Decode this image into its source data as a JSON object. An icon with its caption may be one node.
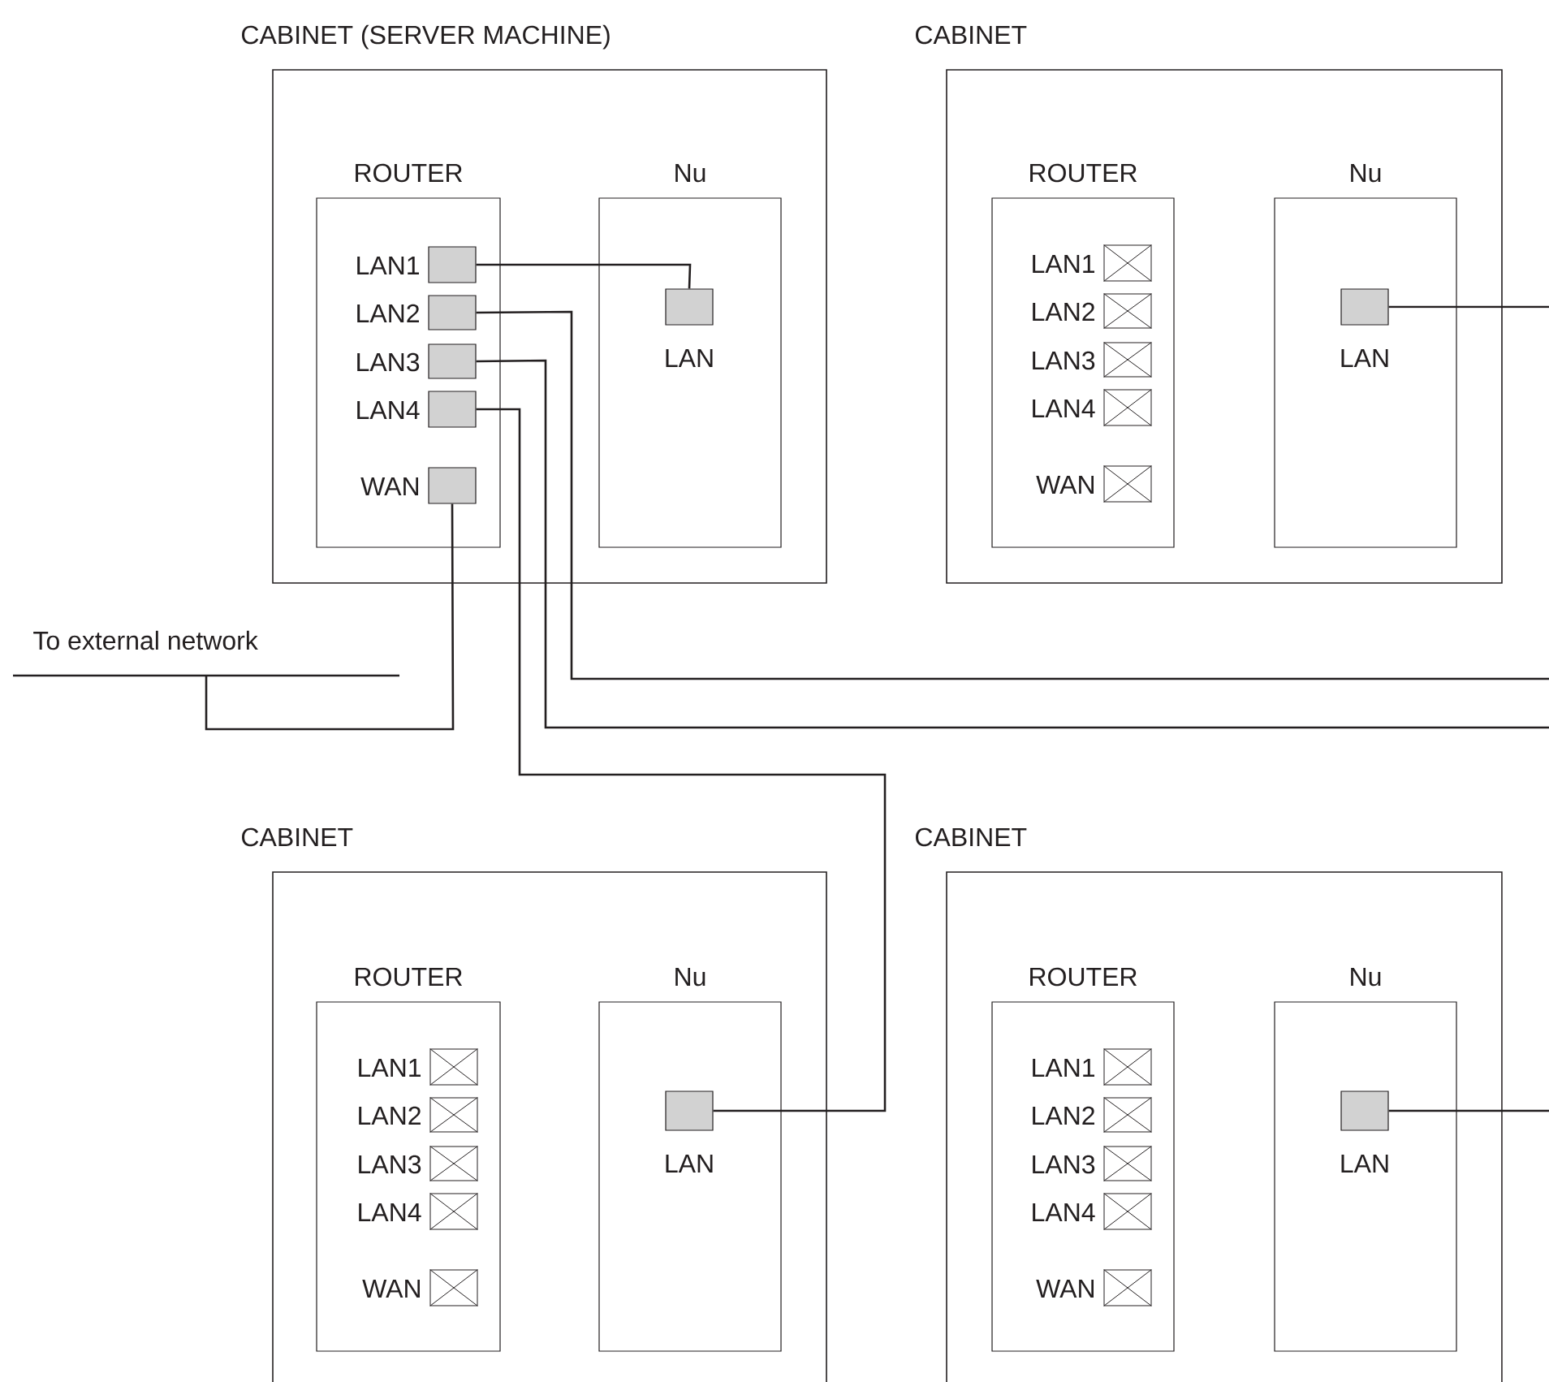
{
  "diagram": {
    "nodes": [
      {
        "text": [
          "CABINET (SERVER MACHINE)"
        ]
      },
      {
        "text": [
          "ROUTER"
        ],
        "in": 0
      },
      {
        "text": [
          "LAN1"
        ],
        "in": 1
      },
      {
        "text": [
          "LAN2"
        ],
        "in": 1
      },
      {
        "text": [
          "LAN3"
        ],
        "in": 1
      },
      {
        "text": [
          "LAN4"
        ],
        "in": 1
      },
      {
        "text": [
          "WAN"
        ],
        "in": 1
      },
      {
        "text": [
          "Nu"
        ],
        "in": 0
      },
      {
        "text": [
          "LAN"
        ],
        "in": 7
      },
      {
        "text": [
          "CABINET"
        ]
      },
      {
        "text": [
          "ROUTER"
        ],
        "in": 9
      },
      {
        "text": [
          "LAN1"
        ],
        "in": 10
      },
      {
        "text": [
          "LAN2"
        ],
        "in": 10
      },
      {
        "text": [
          "LAN3"
        ],
        "in": 10
      },
      {
        "text": [
          "LAN4"
        ],
        "in": 10
      },
      {
        "text": [
          "WAN"
        ],
        "in": 10
      },
      {
        "text": [
          "Nu"
        ],
        "in": 9
      },
      {
        "text": [
          "LAN"
        ],
        "in": 16
      },
      {
        "text": [
          "To external network"
        ]
      },
      {
        "text": [
          "CABINET"
        ]
      },
      {
        "text": [
          "ROUTER"
        ],
        "in": 19
      },
      {
        "text": [
          "LAN1"
        ],
        "in": 20
      },
      {
        "text": [
          "LAN2"
        ],
        "in": 20
      },
      {
        "text": [
          "LAN3"
        ],
        "in": 20
      },
      {
        "text": [
          "LAN4"
        ],
        "in": 20
      },
      {
        "text": [
          "WAN"
        ],
        "in": 20
      },
      {
        "text": [
          "Nu"
        ],
        "in": 19
      },
      {
        "text": [
          "LAN"
        ],
        "in": 26
      },
      {
        "text": [
          "CABINET"
        ]
      },
      {
        "text": [
          "ROUTER"
        ],
        "in": 28
      },
      {
        "text": [
          "LAN1"
        ],
        "in": 29
      },
      {
        "text": [
          "LAN2"
        ],
        "in": 29
      },
      {
        "text": [
          "LAN3"
        ],
        "in": 29
      },
      {
        "text": [
          "LAN4"
        ],
        "in": 29
      },
      {
        "text": [
          "WAN"
        ],
        "in": 29
      },
      {
        "text": [
          "Nu"
        ],
        "in": 28
      },
      {
        "text": [
          "LAN"
        ],
        "in": 35
      }
    ],
    "edges": [
      {
        "from": 2,
        "to": 8,
        "arrow": "none"
      },
      {
        "from": 3,
        "to": null,
        "arrow": "none"
      },
      {
        "from": 4,
        "to": null,
        "arrow": "none"
      },
      {
        "from": 5,
        "to": 27,
        "arrow": "none"
      },
      {
        "from": 6,
        "to": 18,
        "arrow": "none"
      },
      {
        "from": 17,
        "to": null,
        "arrow": "none"
      },
      {
        "from": 36,
        "to": null,
        "arrow": "none"
      }
    ]
  }
}
